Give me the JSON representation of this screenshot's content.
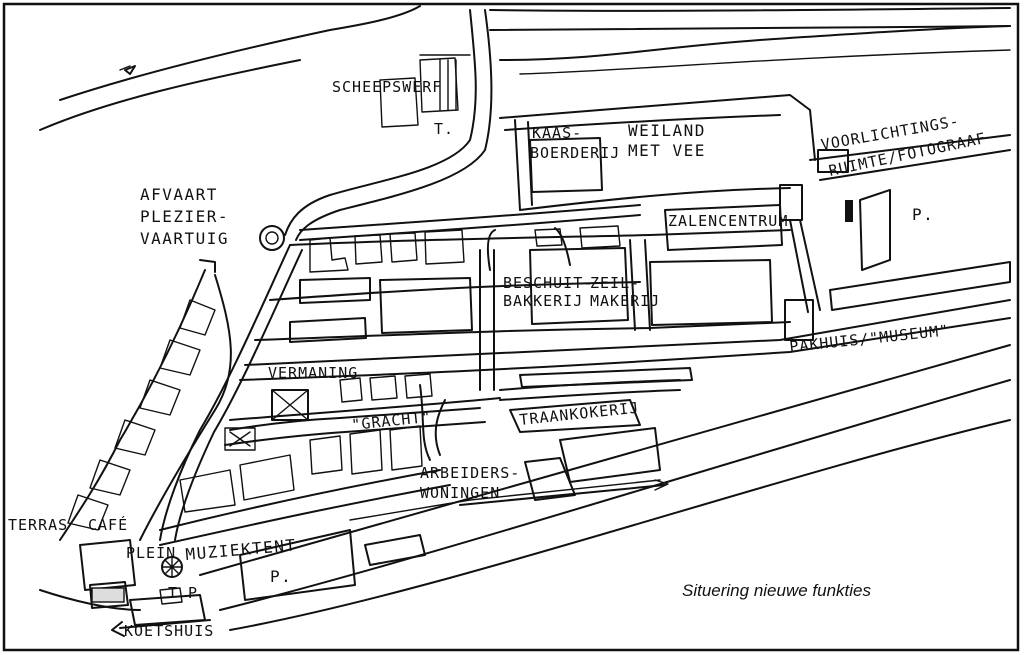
{
  "map": {
    "caption": "Situering nieuwe funkties",
    "labels": {
      "scheepswerf": "SCHEEPSWERF",
      "kaasboerderij_1": "KAAS-",
      "kaasboerderij_2": "BOERDERIJ",
      "weiland_1": "WEILAND",
      "weiland_2": "MET VEE",
      "voorlichting_1": "VOORLICHTINGS-",
      "voorlichting_2": "RUIMTE/FOTOGRAAF",
      "afvaart_1": "AFVAART",
      "afvaart_2": "PLEZIER-",
      "afvaart_3": "VAARTUIG",
      "zalencentrum": "ZALENCENTRUM",
      "beschuit_1": "BESCHUIT-",
      "beschuit_2": "BAKKERIJ",
      "zeil_1": "ZEIL-",
      "zeil_2": "MAKERIJ",
      "pakhuis": "PAKHUIS/\"MUSEUM\"",
      "vermaning": "VERMANING",
      "gracht": "\"GRACHT\"",
      "traankokerij": "TRAANKOKERIJ",
      "arbeiders_1": "ARBEIDERS-",
      "arbeiders_2": "WONINGEN",
      "terras": "TERRAS",
      "cafe": "CAFÉ",
      "plein": "PLEIN",
      "muziektent": "MUZIEKTENT",
      "koetshuis": "KOETSHUIS",
      "parking_main": "P.",
      "parking_east": "P.",
      "parking_small": "P",
      "t_mark_1": "T.",
      "t_mark_2": "T"
    },
    "icons": [
      "north-arrow-icon",
      "bandstand-icon"
    ]
  }
}
